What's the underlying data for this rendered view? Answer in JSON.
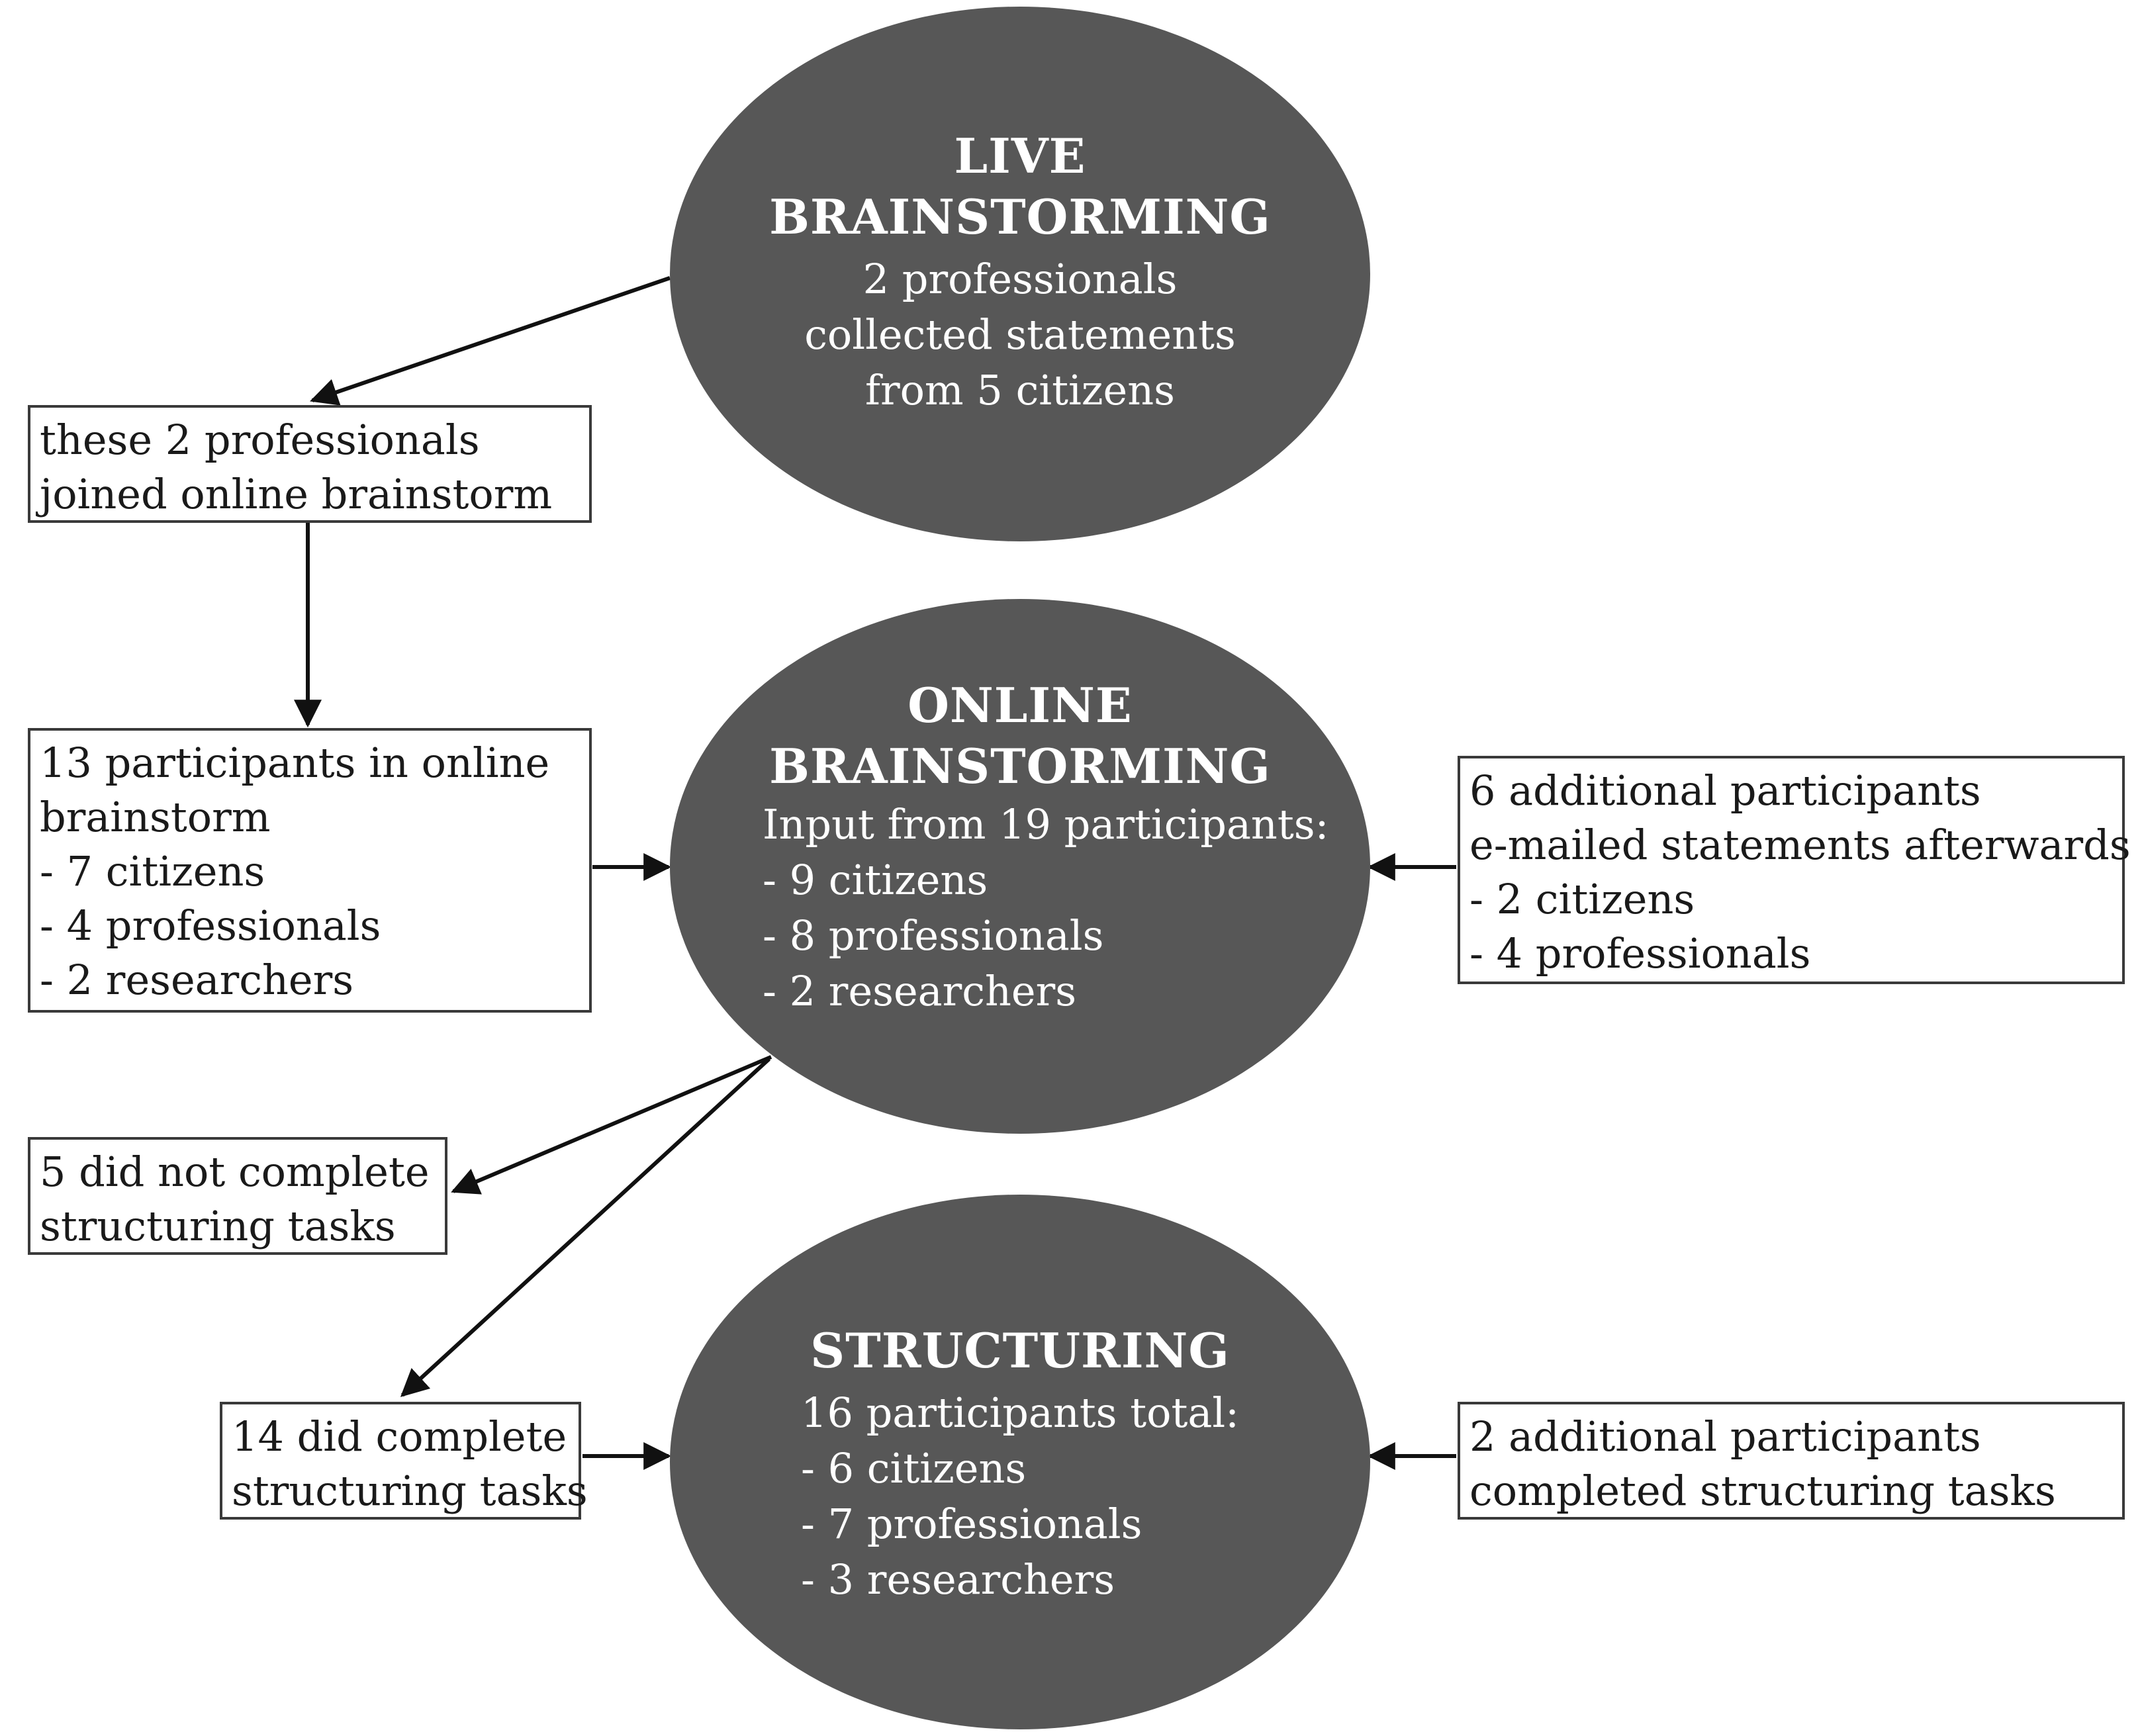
{
  "live": {
    "title_line1": "LIVE",
    "title_line2": "BRAINSTORMING",
    "body_lines": [
      "2 professionals",
      "collected statements",
      "from 5 citizens"
    ]
  },
  "box_professionals_joined": {
    "lines": [
      "these 2 professionals",
      "joined online brainstorm"
    ]
  },
  "box_online_participants": {
    "lines": [
      "13 participants in online",
      "brainstorm"
    ],
    "items": [
      "-  7 citizens",
      "-  4 professionals",
      "-  2 researchers"
    ]
  },
  "online": {
    "title_line1": "ONLINE",
    "title_line2": "BRAINSTORMING",
    "intro": "Input from 19 participants:",
    "items": [
      "-  9 citizens",
      "-  8 professionals",
      "-  2 researchers"
    ]
  },
  "box_emailed": {
    "lines": [
      "6 additional participants",
      "e-mailed statements afterwards"
    ],
    "items": [
      "-  2 citizens",
      "-  4 professionals"
    ]
  },
  "box_not_complete": {
    "lines": [
      "5 did not complete",
      "structuring tasks"
    ]
  },
  "box_did_complete": {
    "lines": [
      "14 did complete",
      "structuring tasks"
    ]
  },
  "structuring": {
    "title": "STRUCTURING",
    "intro": "16 participants total:",
    "items": [
      "-  6 citizens",
      "-  7 professionals",
      "-  3 researchers"
    ]
  },
  "box_additional_structuring": {
    "lines": [
      "2 additional participants",
      "completed structuring tasks"
    ]
  },
  "colors": {
    "ellipse_fill": "#575757",
    "ellipse_text": "#ffffff",
    "box_border": "#3a3a3a",
    "arrow": "#111111"
  }
}
